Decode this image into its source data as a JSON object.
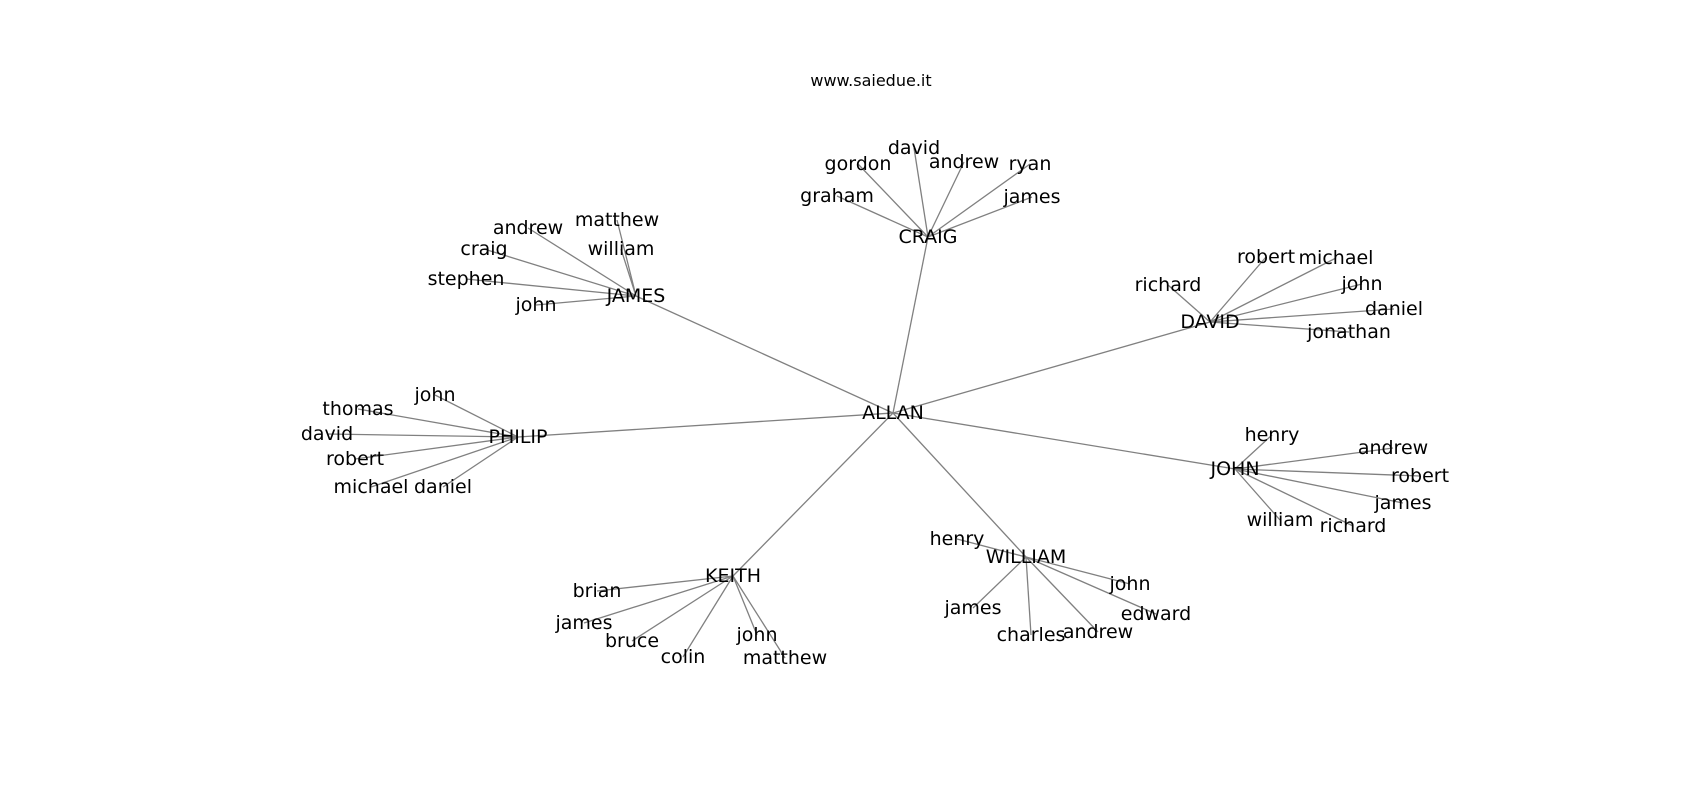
{
  "caption": "www.saiedue.it",
  "graph": {
    "root": "ALLAN",
    "groups": [
      {
        "name": "JAMES",
        "children": [
          "andrew",
          "matthew",
          "william",
          "craig",
          "stephen",
          "john"
        ]
      },
      {
        "name": "CRAIG",
        "children": [
          "david",
          "gordon",
          "andrew",
          "ryan",
          "graham",
          "james"
        ]
      },
      {
        "name": "DAVID",
        "children": [
          "robert",
          "michael",
          "john",
          "daniel",
          "richard",
          "jonathan"
        ]
      },
      {
        "name": "PHILIP",
        "children": [
          "john",
          "thomas",
          "david",
          "robert",
          "michael",
          "daniel"
        ]
      },
      {
        "name": "JOHN",
        "children": [
          "henry",
          "andrew",
          "robert",
          "james",
          "william",
          "richard"
        ]
      },
      {
        "name": "WILLIAM",
        "children": [
          "henry",
          "john",
          "edward",
          "james",
          "charles",
          "andrew"
        ]
      },
      {
        "name": "KEITH",
        "children": [
          "brian",
          "james",
          "bruce",
          "colin",
          "john",
          "matthew"
        ]
      }
    ]
  }
}
